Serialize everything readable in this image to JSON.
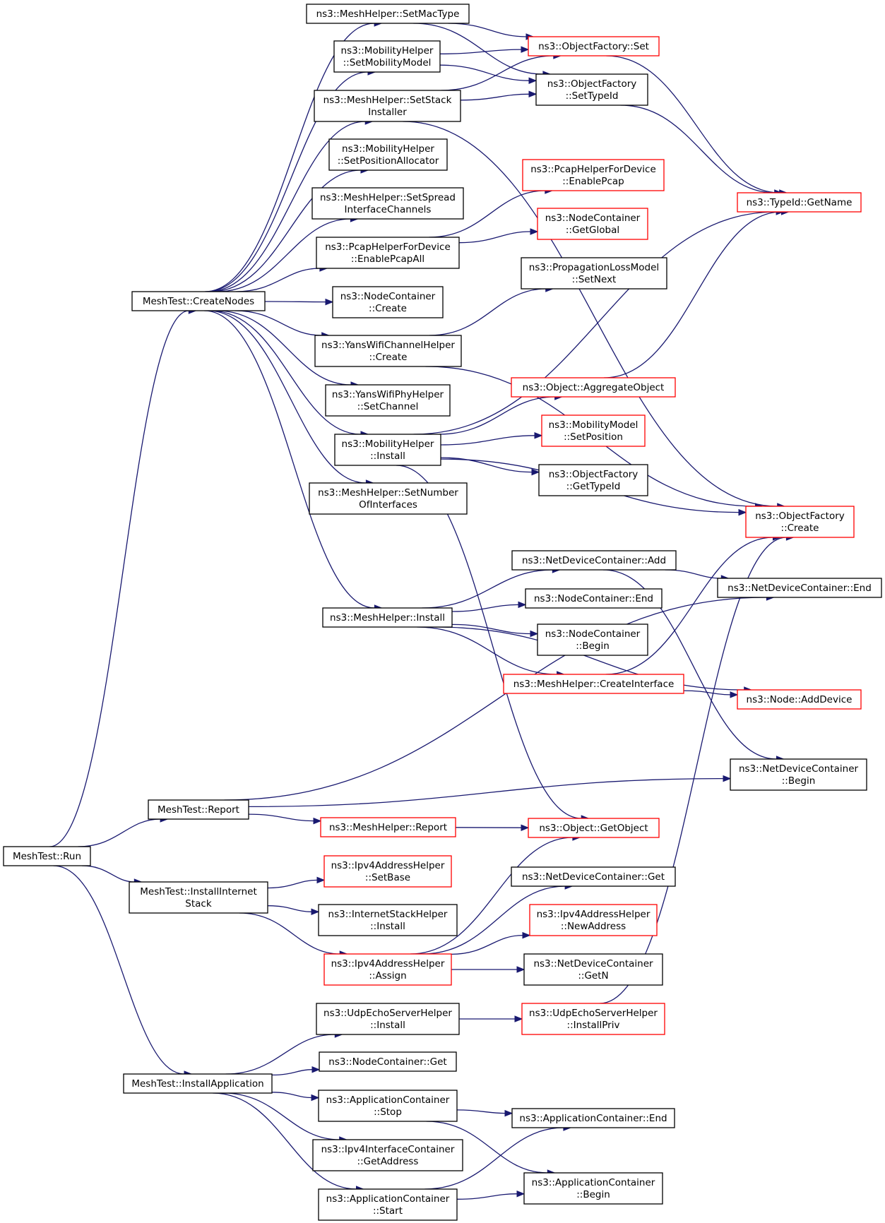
{
  "diagram": {
    "title": "",
    "colors": {
      "edge": "#191970",
      "normal_border": "#000000",
      "truncated_border": "#ff0000",
      "root_fill": "#bfbfbf",
      "node_fill": "#ffffff"
    },
    "nodes": [
      {
        "id": "run",
        "lines": [
          "MeshTest::Run"
        ],
        "style": "root"
      },
      {
        "id": "createNodes",
        "lines": [
          "MeshTest::CreateNodes"
        ],
        "style": "normal"
      },
      {
        "id": "report",
        "lines": [
          "MeshTest::Report"
        ],
        "style": "normal"
      },
      {
        "id": "installInternet",
        "lines": [
          "MeshTest::InstallInternet",
          "Stack"
        ],
        "style": "normal"
      },
      {
        "id": "installApp",
        "lines": [
          "MeshTest::InstallApplication"
        ],
        "style": "normal"
      },
      {
        "id": "setMacType",
        "lines": [
          "ns3::MeshHelper::SetMacType"
        ],
        "style": "normal"
      },
      {
        "id": "setMobilityModel",
        "lines": [
          "ns3::MobilityHelper",
          "::SetMobilityModel"
        ],
        "style": "normal"
      },
      {
        "id": "setStackInstaller",
        "lines": [
          "ns3::MeshHelper::SetStack",
          "Installer"
        ],
        "style": "normal"
      },
      {
        "id": "setPosAlloc",
        "lines": [
          "ns3::MobilityHelper",
          "::SetPositionAllocator"
        ],
        "style": "normal"
      },
      {
        "id": "setSpread",
        "lines": [
          "ns3::MeshHelper::SetSpread",
          "InterfaceChannels"
        ],
        "style": "normal"
      },
      {
        "id": "enablePcapAll",
        "lines": [
          "ns3::PcapHelperForDevice",
          "::EnablePcapAll"
        ],
        "style": "normal"
      },
      {
        "id": "ncCreate",
        "lines": [
          "ns3::NodeContainer",
          "::Create"
        ],
        "style": "normal"
      },
      {
        "id": "yansChCreate",
        "lines": [
          "ns3::YansWifiChannelHelper",
          "::Create"
        ],
        "style": "normal"
      },
      {
        "id": "yansPhySetCh",
        "lines": [
          "ns3::YansWifiPhyHelper",
          "::SetChannel"
        ],
        "style": "normal"
      },
      {
        "id": "mobInstall",
        "lines": [
          "ns3::MobilityHelper",
          "::Install"
        ],
        "style": "normal"
      },
      {
        "id": "setNumIf",
        "lines": [
          "ns3::MeshHelper::SetNumber",
          "OfInterfaces"
        ],
        "style": "normal"
      },
      {
        "id": "meshInstall",
        "lines": [
          "ns3::MeshHelper::Install"
        ],
        "style": "normal"
      },
      {
        "id": "meshReport",
        "lines": [
          "ns3::MeshHelper::Report"
        ],
        "style": "truncated"
      },
      {
        "id": "ipv4SetBase",
        "lines": [
          "ns3::Ipv4AddressHelper",
          "::SetBase"
        ],
        "style": "truncated"
      },
      {
        "id": "inetStackInstall",
        "lines": [
          "ns3::InternetStackHelper",
          "::Install"
        ],
        "style": "normal"
      },
      {
        "id": "ipv4Assign",
        "lines": [
          "ns3::Ipv4AddressHelper",
          "::Assign"
        ],
        "style": "truncated"
      },
      {
        "id": "udpInstall",
        "lines": [
          "ns3::UdpEchoServerHelper",
          "::Install"
        ],
        "style": "normal"
      },
      {
        "id": "ncGet",
        "lines": [
          "ns3::NodeContainer::Get"
        ],
        "style": "normal"
      },
      {
        "id": "acStop",
        "lines": [
          "ns3::ApplicationContainer",
          "::Stop"
        ],
        "style": "normal"
      },
      {
        "id": "ipv4IfGetAddr",
        "lines": [
          "ns3::Ipv4InterfaceContainer",
          "::GetAddress"
        ],
        "style": "normal"
      },
      {
        "id": "acStart",
        "lines": [
          "ns3::ApplicationContainer",
          "::Start"
        ],
        "style": "normal"
      },
      {
        "id": "ofSet",
        "lines": [
          "ns3::ObjectFactory::Set"
        ],
        "style": "truncated"
      },
      {
        "id": "ofSetTypeId",
        "lines": [
          "ns3::ObjectFactory",
          "::SetTypeId"
        ],
        "style": "normal"
      },
      {
        "id": "pcapEnable",
        "lines": [
          "ns3::PcapHelperForDevice",
          "::EnablePcap"
        ],
        "style": "truncated"
      },
      {
        "id": "ncGetGlobal",
        "lines": [
          "ns3::NodeContainer",
          "::GetGlobal"
        ],
        "style": "truncated"
      },
      {
        "id": "propSetNext",
        "lines": [
          "ns3::PropagationLossModel",
          "::SetNext"
        ],
        "style": "normal"
      },
      {
        "id": "aggObj",
        "lines": [
          "ns3::Object::AggregateObject"
        ],
        "style": "truncated"
      },
      {
        "id": "mmSetPos",
        "lines": [
          "ns3::MobilityModel",
          "::SetPosition"
        ],
        "style": "truncated"
      },
      {
        "id": "ofGetTypeId",
        "lines": [
          "ns3::ObjectFactory",
          "::GetTypeId"
        ],
        "style": "normal"
      },
      {
        "id": "ndcAdd",
        "lines": [
          "ns3::NetDeviceContainer::Add"
        ],
        "style": "normal"
      },
      {
        "id": "ncEnd",
        "lines": [
          "ns3::NodeContainer::End"
        ],
        "style": "normal"
      },
      {
        "id": "ncBegin",
        "lines": [
          "ns3::NodeContainer",
          "::Begin"
        ],
        "style": "normal"
      },
      {
        "id": "createIf",
        "lines": [
          "ns3::MeshHelper::CreateInterface"
        ],
        "style": "truncated"
      },
      {
        "id": "getObject",
        "lines": [
          "ns3::Object::GetObject"
        ],
        "style": "truncated"
      },
      {
        "id": "ndcGet",
        "lines": [
          "ns3::NetDeviceContainer::Get"
        ],
        "style": "normal"
      },
      {
        "id": "ipv4NewAddr",
        "lines": [
          "ns3::Ipv4AddressHelper",
          "::NewAddress"
        ],
        "style": "truncated"
      },
      {
        "id": "ndcGetN",
        "lines": [
          "ns3::NetDeviceContainer",
          "::GetN"
        ],
        "style": "normal"
      },
      {
        "id": "udpInstallPriv",
        "lines": [
          "ns3::UdpEchoServerHelper",
          "::InstallPriv"
        ],
        "style": "truncated"
      },
      {
        "id": "acEnd",
        "lines": [
          "ns3::ApplicationContainer::End"
        ],
        "style": "normal"
      },
      {
        "id": "acBegin",
        "lines": [
          "ns3::ApplicationContainer",
          "::Begin"
        ],
        "style": "normal"
      },
      {
        "id": "typeIdGetName",
        "lines": [
          "ns3::TypeId::GetName"
        ],
        "style": "truncated"
      },
      {
        "id": "ofCreate",
        "lines": [
          "ns3::ObjectFactory",
          "::Create"
        ],
        "style": "truncated"
      },
      {
        "id": "ndcEnd",
        "lines": [
          "ns3::NetDeviceContainer::End"
        ],
        "style": "normal"
      },
      {
        "id": "nodeAddDevice",
        "lines": [
          "ns3::Node::AddDevice"
        ],
        "style": "truncated"
      },
      {
        "id": "ndcBegin",
        "lines": [
          "ns3::NetDeviceContainer",
          "::Begin"
        ],
        "style": "normal"
      }
    ],
    "edges": [
      [
        "run",
        "createNodes"
      ],
      [
        "run",
        "report"
      ],
      [
        "run",
        "installInternet"
      ],
      [
        "run",
        "installApp"
      ],
      [
        "createNodes",
        "setMacType"
      ],
      [
        "createNodes",
        "setMobilityModel"
      ],
      [
        "createNodes",
        "setStackInstaller"
      ],
      [
        "createNodes",
        "setPosAlloc"
      ],
      [
        "createNodes",
        "setSpread"
      ],
      [
        "createNodes",
        "enablePcapAll"
      ],
      [
        "createNodes",
        "ncCreate"
      ],
      [
        "createNodes",
        "yansChCreate"
      ],
      [
        "createNodes",
        "yansPhySetCh"
      ],
      [
        "createNodes",
        "mobInstall"
      ],
      [
        "createNodes",
        "setNumIf"
      ],
      [
        "createNodes",
        "meshInstall"
      ],
      [
        "setMacType",
        "ofSet"
      ],
      [
        "setMacType",
        "ofSetTypeId"
      ],
      [
        "setMobilityModel",
        "ofSet"
      ],
      [
        "setMobilityModel",
        "ofSetTypeId"
      ],
      [
        "setStackInstaller",
        "ofSet"
      ],
      [
        "setStackInstaller",
        "ofSetTypeId"
      ],
      [
        "setStackInstaller",
        "ofCreate"
      ],
      [
        "ofSet",
        "typeIdGetName"
      ],
      [
        "ofSetTypeId",
        "typeIdGetName"
      ],
      [
        "enablePcapAll",
        "pcapEnable"
      ],
      [
        "enablePcapAll",
        "ncGetGlobal"
      ],
      [
        "yansChCreate",
        "propSetNext"
      ],
      [
        "yansChCreate",
        "ofCreate"
      ],
      [
        "mobInstall",
        "typeIdGetName"
      ],
      [
        "mobInstall",
        "aggObj"
      ],
      [
        "mobInstall",
        "mmSetPos"
      ],
      [
        "mobInstall",
        "ofGetTypeId"
      ],
      [
        "mobInstall",
        "ofCreate"
      ],
      [
        "mobInstall",
        "getObject"
      ],
      [
        "aggObj",
        "typeIdGetName"
      ],
      [
        "meshInstall",
        "ndcAdd"
      ],
      [
        "meshInstall",
        "ncEnd"
      ],
      [
        "meshInstall",
        "ncBegin"
      ],
      [
        "meshInstall",
        "createIf"
      ],
      [
        "meshInstall",
        "nodeAddDevice"
      ],
      [
        "ndcAdd",
        "ndcEnd"
      ],
      [
        "ndcAdd",
        "ndcBegin"
      ],
      [
        "createIf",
        "ofCreate"
      ],
      [
        "createIf",
        "nodeAddDevice"
      ],
      [
        "report",
        "ndcEnd"
      ],
      [
        "report",
        "ndcBegin"
      ],
      [
        "report",
        "meshReport"
      ],
      [
        "meshReport",
        "getObject"
      ],
      [
        "installInternet",
        "ipv4SetBase"
      ],
      [
        "installInternet",
        "inetStackInstall"
      ],
      [
        "installInternet",
        "ipv4Assign"
      ],
      [
        "ipv4Assign",
        "getObject"
      ],
      [
        "ipv4Assign",
        "ndcGet"
      ],
      [
        "ipv4Assign",
        "ipv4NewAddr"
      ],
      [
        "ipv4Assign",
        "ndcGetN"
      ],
      [
        "installApp",
        "udpInstall"
      ],
      [
        "installApp",
        "ncGet"
      ],
      [
        "installApp",
        "acStop"
      ],
      [
        "installApp",
        "ipv4IfGetAddr"
      ],
      [
        "installApp",
        "acStart"
      ],
      [
        "udpInstall",
        "udpInstallPriv"
      ],
      [
        "udpInstallPriv",
        "ofCreate"
      ],
      [
        "acStop",
        "acEnd"
      ],
      [
        "acStop",
        "acBegin"
      ],
      [
        "acStart",
        "acEnd"
      ],
      [
        "acStart",
        "acBegin"
      ]
    ]
  }
}
